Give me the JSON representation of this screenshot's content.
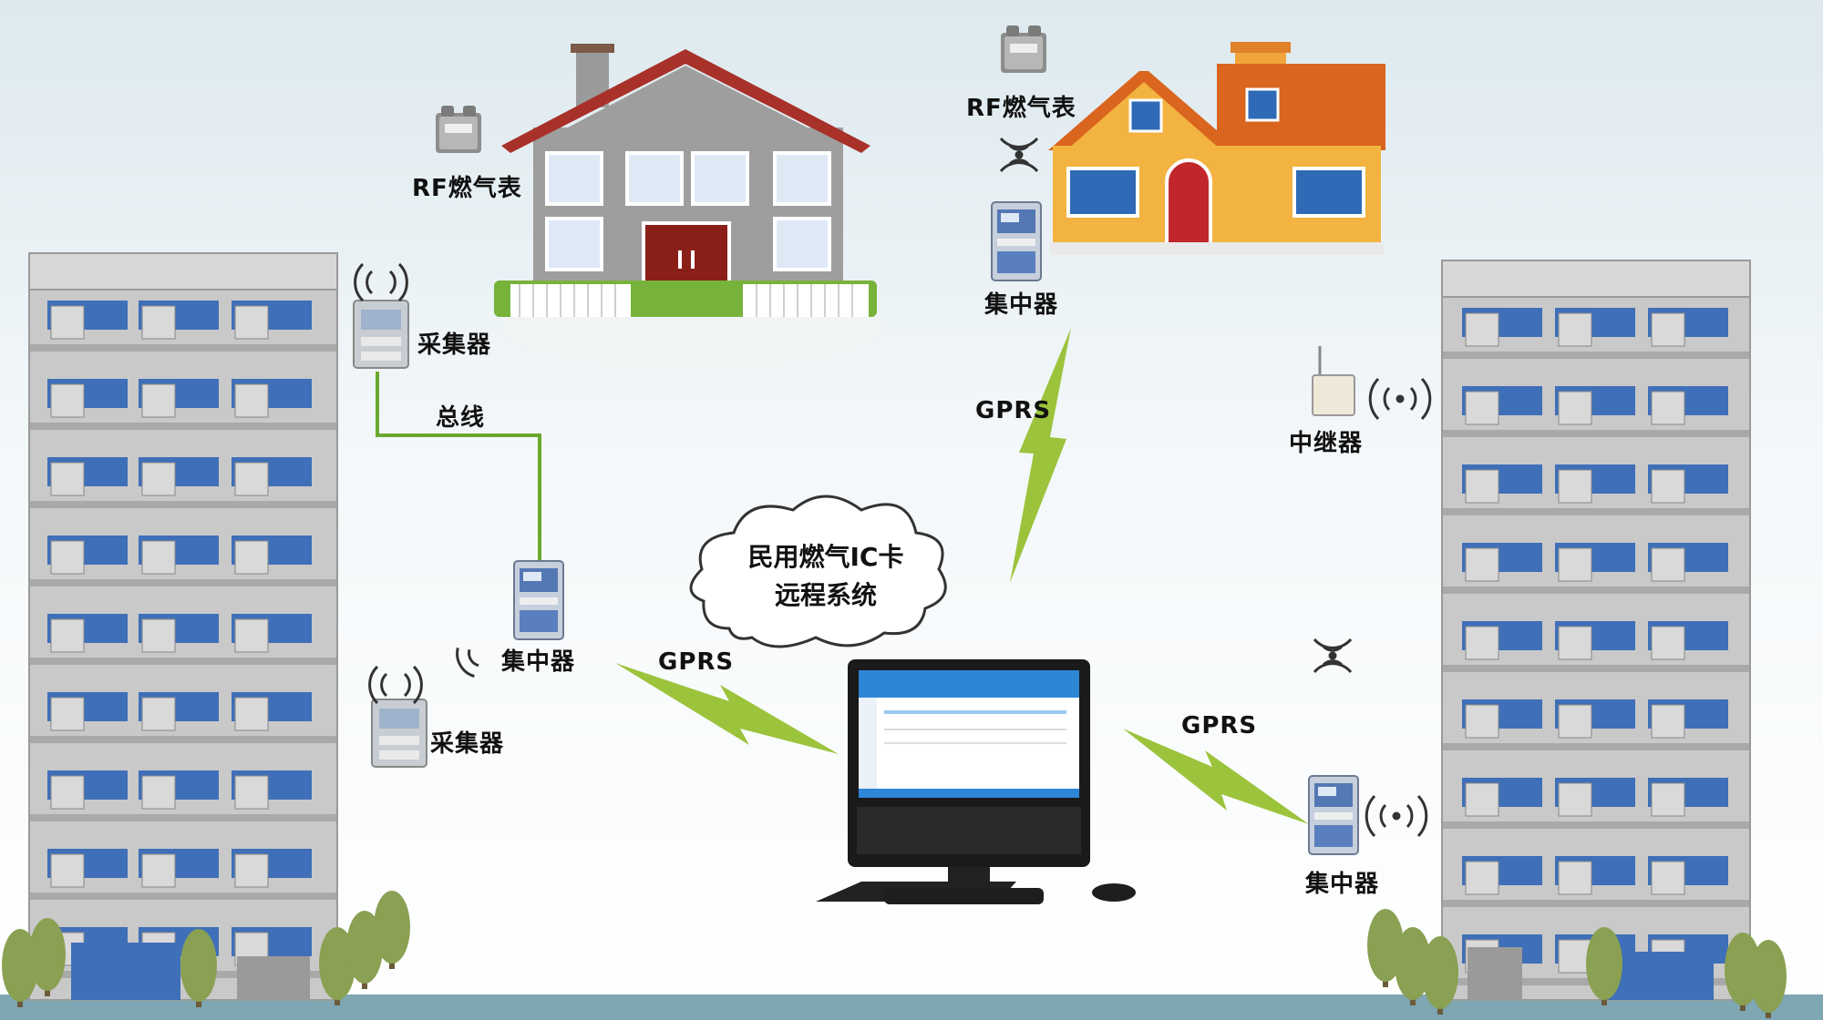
{
  "labels": {
    "rf_meter_left": "RF燃气表",
    "rf_meter_right": "RF燃气表",
    "collector_top": "采集器",
    "collector_bottom": "采集器",
    "bus_line": "总线",
    "concentrator_left": "集中器",
    "concentrator_top": "集中器",
    "concentrator_right": "集中器",
    "repeater": "中继器",
    "gprs_top": "GPRS",
    "gprs_left": "GPRS",
    "gprs_right": "GPRS"
  },
  "cloud": {
    "line1": "民用燃气IC卡",
    "line2": "远程系统"
  },
  "colors": {
    "building": "#c9c9c9",
    "window": "#3f6fb8",
    "wire": "#6aa82e",
    "lightning": "#9cc33c",
    "ground": "#7fa6b3",
    "tree": "#8aa052"
  }
}
